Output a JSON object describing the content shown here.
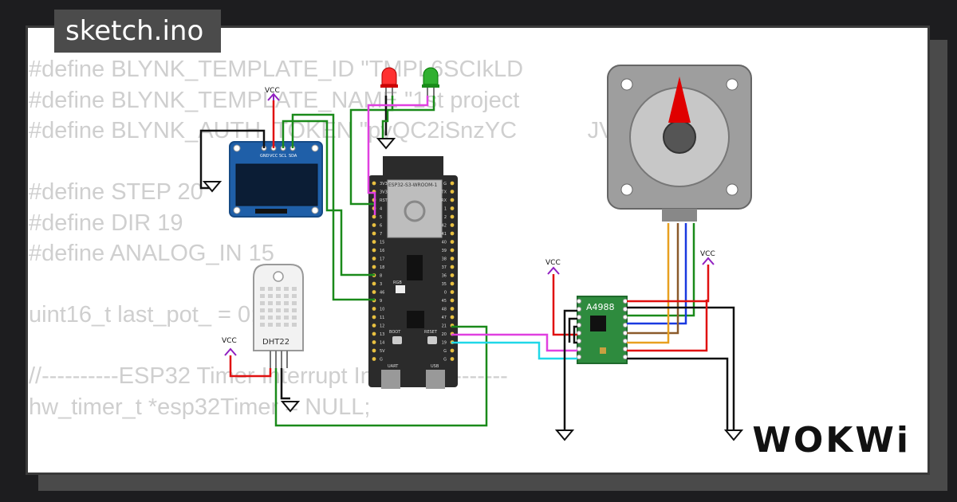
{
  "tab": {
    "filename": "sketch.ino"
  },
  "code": {
    "lines": [
      "#define BLYNK_TEMPLATE_ID \"TMPL6SCIkLD",
      "#define BLYNK_TEMPLATE_NAME \"1st project",
      "#define BLYNK_AUTH_TOKEN \"pvQC2iSnzYC           JVHihYDYsL",
      "",
      "#define STEP 20",
      "#define DIR 19",
      "#define ANALOG_IN 15",
      "",
      "uint16_t last_pot_ = 0;",
      "",
      "//----------ESP32 Timer Interrupt Init----------------",
      "hw_timer_t *esp32Timer = NULL;"
    ]
  },
  "components": {
    "oled_pins": [
      "GND",
      "VCC",
      "SCL",
      "SDA"
    ],
    "esp32_label": "ESP32-S3-WROOM-1",
    "esp32_left_pins": [
      "3V3",
      "3V3",
      "RST",
      "4",
      "5",
      "6",
      "7",
      "15",
      "16",
      "17",
      "18",
      "8",
      "3",
      "46",
      "9",
      "10",
      "11",
      "12",
      "13",
      "14",
      "5V",
      "G"
    ],
    "esp32_right_pins": [
      "G",
      "TX",
      "RX",
      "1",
      "2",
      "42",
      "41",
      "40",
      "39",
      "38",
      "37",
      "36",
      "35",
      "0",
      "45",
      "48",
      "47",
      "21",
      "20",
      "19",
      "G",
      "G"
    ],
    "esp32_small_labels": {
      "rgb": "RGB",
      "boot": "BOOT",
      "reset": "RESET",
      "uart": "UART",
      "usb": "USB"
    },
    "dht_label": "DHT22",
    "driver_label": "A4988",
    "vcc_label": "VCC"
  },
  "colors": {
    "wire_green": "#1a8a1a",
    "wire_red": "#e01010",
    "wire_magenta": "#e040e0",
    "wire_cyan": "#20d8e8",
    "wire_black": "#111111",
    "wire_blue": "#1a3ae0",
    "wire_brown": "#8b5a2b",
    "wire_orange": "#e8a020",
    "pcb_green": "#2e8b3e",
    "oled_blue": "#1f5fa8",
    "esp_black": "#2b2b2b",
    "vcc_purple": "#9020c0"
  },
  "brand": {
    "name": "WOKWi"
  }
}
